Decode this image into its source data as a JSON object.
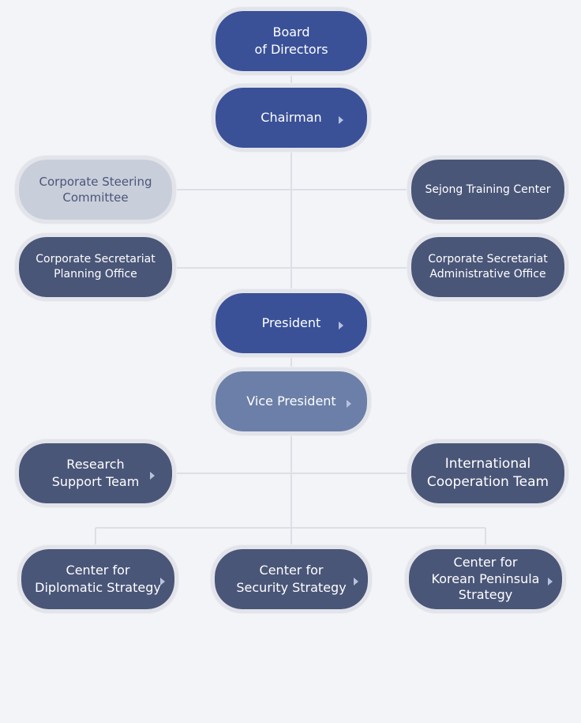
{
  "nodes": {
    "board": "Board\nof Directors",
    "chairman": "Chairman",
    "steering": "Corporate Steering\nCommittee",
    "sejong": "Sejong Training Center",
    "planning": "Corporate Secretariat\nPlanning Office",
    "administrative": "Corporate Secretariat\nAdministrative Office",
    "president": "President",
    "vice_president": "Vice President",
    "research_support": "Research\nSupport Team",
    "international": "International\nCooperation Team",
    "diplomatic": "Center for\nDiplomatic Strategy",
    "security": "Center for\nSecurity Strategy",
    "korean_peninsula": "Center for\nKorean Peninsula\nStrategy"
  },
  "colors": {
    "primary": "#3a5198",
    "secondary": "#4a5678",
    "muted": "#c9cedb",
    "highlight": "#6c7fa8",
    "connector": "#dcdfe6"
  },
  "icons": {
    "expand": "chevron-right-icon"
  }
}
